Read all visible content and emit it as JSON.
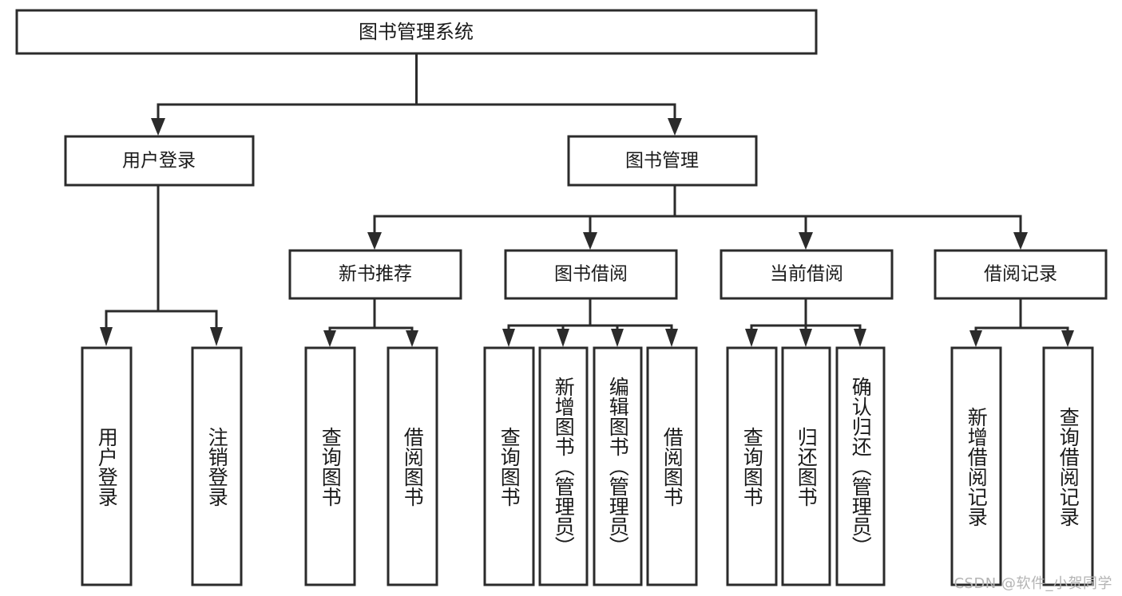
{
  "diagram": {
    "kind": "tree-hierarchy-chart",
    "title": "图书管理系统",
    "root": {
      "label": "图书管理系统"
    },
    "level2": [
      {
        "label": "用户登录"
      },
      {
        "label": "图书管理"
      }
    ],
    "level3": [
      {
        "label": "新书推荐"
      },
      {
        "label": "图书借阅"
      },
      {
        "label": "当前借阅"
      },
      {
        "label": "借阅记录"
      }
    ],
    "leaves": {
      "user_login": [
        {
          "label": "用户登录"
        },
        {
          "label": "注销登录"
        }
      ],
      "new_book_recommend": [
        {
          "label": "查询图书"
        },
        {
          "label": "借阅图书"
        }
      ],
      "book_borrow": [
        {
          "label": "查询图书"
        },
        {
          "label": "新增图书（管理员）"
        },
        {
          "label": "编辑图书（管理员）"
        },
        {
          "label": "借阅图书"
        }
      ],
      "current_borrow": [
        {
          "label": "查询图书"
        },
        {
          "label": "归还图书"
        },
        {
          "label": "确认归还（管理员）"
        }
      ],
      "borrow_record": [
        {
          "label": "新增借阅记录"
        },
        {
          "label": "查询借阅记录"
        }
      ]
    }
  },
  "watermark": {
    "text": "CSDN @软件_小贺同学"
  },
  "colors": {
    "box_stroke": "#2b2b2b",
    "box_fill": "#ffffff",
    "text": "#1a1a1a",
    "connector": "#2b2b2b",
    "watermark": "#b4b4b4",
    "canvas": "#ffffff"
  }
}
